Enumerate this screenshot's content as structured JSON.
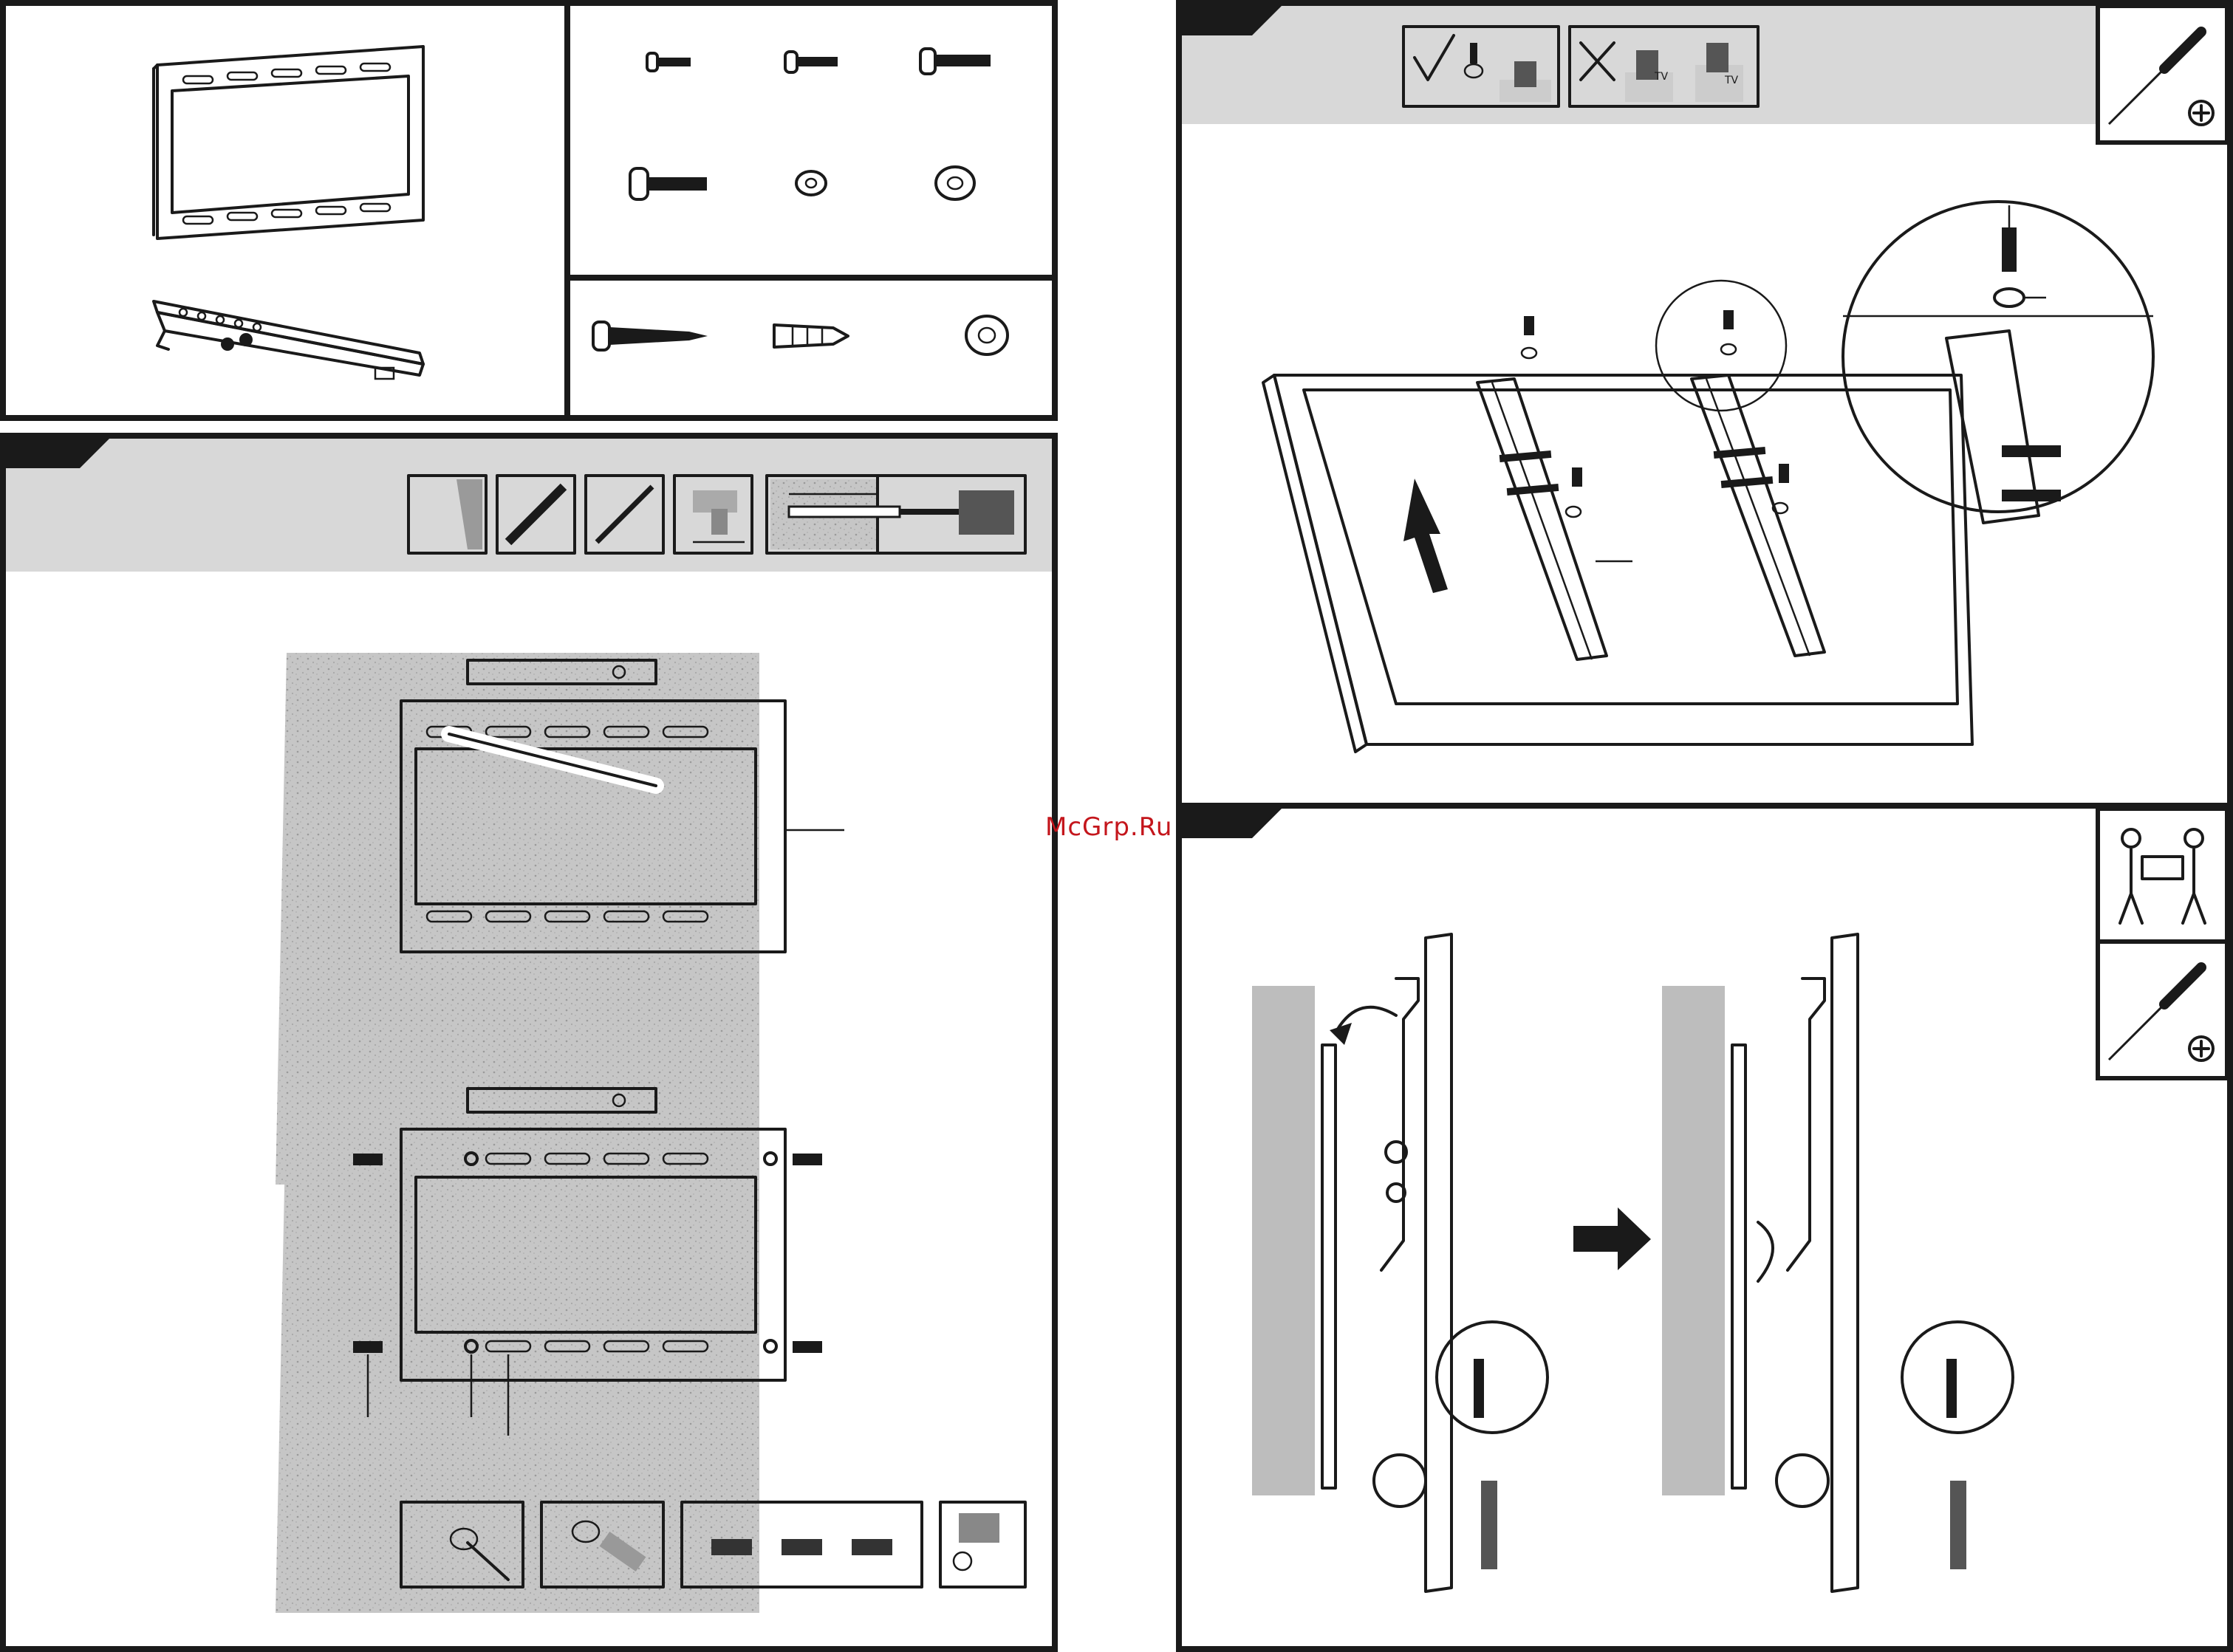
{
  "watermark": "McGrp.Ru",
  "icons": {
    "parts": [
      "wall-plate-icon",
      "tv-bracket-icon",
      "machine-screw-small-icon",
      "machine-screw-medium-icon",
      "machine-screw-large-icon",
      "machine-screw-xl-icon",
      "washer-small-icon",
      "washer-large-icon",
      "wood-screw-icon",
      "wall-anchor-icon",
      "wall-washer-icon"
    ],
    "tools": [
      "wall-icon",
      "level-icon",
      "pencil-icon",
      "drill-icon",
      "drilling-depth-icon",
      "screwdriver-icon",
      "two-person-icon"
    ]
  },
  "tv_labels": [
    "TV",
    "TV"
  ],
  "colors": {
    "ink": "#1a1a1a",
    "band": "#d8d8d8",
    "wall": "#c9c9c9",
    "watermark": "#c4161c"
  }
}
